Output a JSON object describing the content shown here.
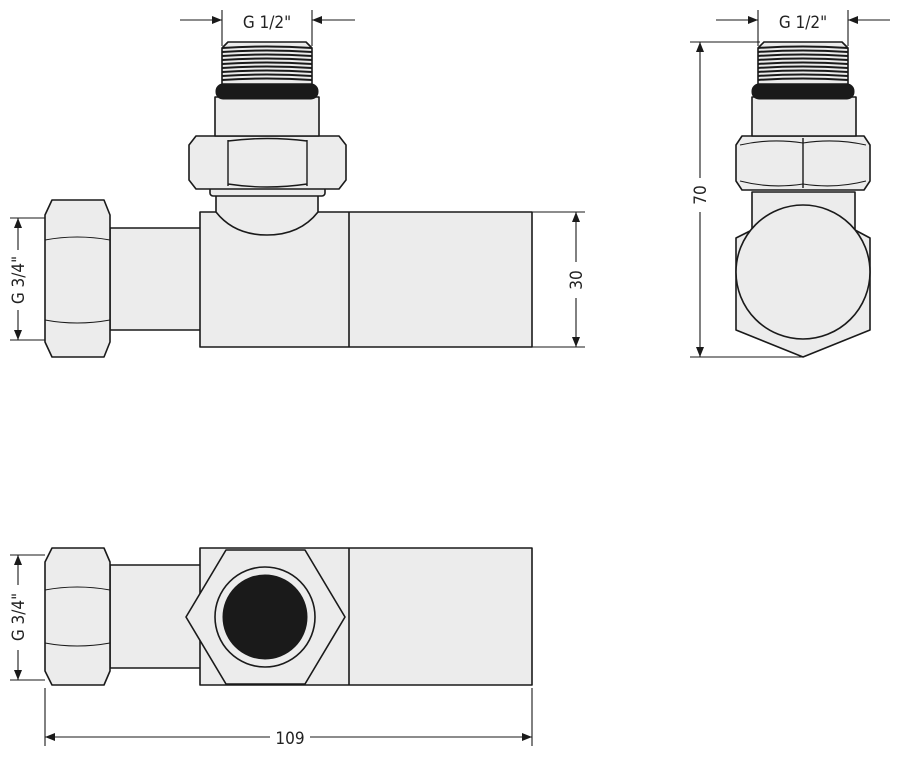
{
  "drawing": {
    "front_view": {
      "thread_label": "G 1/2\"",
      "inlet_label": "G 3/4\"",
      "height_label": "30"
    },
    "side_view": {
      "thread_label": "G 1/2\"",
      "height_label": "70"
    },
    "top_view": {
      "inlet_label": "G 3/4\"",
      "length_label": "109"
    }
  },
  "colors": {
    "part_fill": "#ececec",
    "outline": "#1a1a1a",
    "background": "#ffffff"
  }
}
